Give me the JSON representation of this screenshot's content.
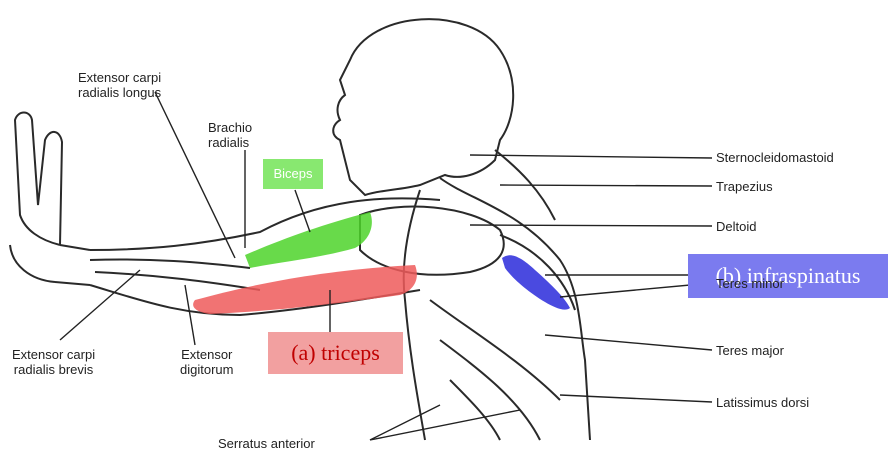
{
  "labels": {
    "ecrl": "Extensor carpi\nradialis longus",
    "brachio": "Brachio\nradialis",
    "biceps": "Biceps",
    "sterno": "Sternocleidomastoid",
    "trapezius": "Trapezius",
    "deltoid": "Deltoid",
    "infraspinatus": "(b) infraspinatus",
    "teres_minor": "Teres minor",
    "teres_major": "Teres major",
    "latissimus": "Latissimus dorsi",
    "ecrb": "Extensor carpi\nradialis brevis",
    "digitorum": "Extensor\ndigitorum",
    "triceps": "(a) triceps",
    "serratus": "Serratus anterior"
  },
  "colors": {
    "biceps_highlight": "#4dd42a",
    "triceps_highlight": "#ef5b5b",
    "infraspinatus_highlight": "#4a4ae0",
    "line": "#222222"
  }
}
